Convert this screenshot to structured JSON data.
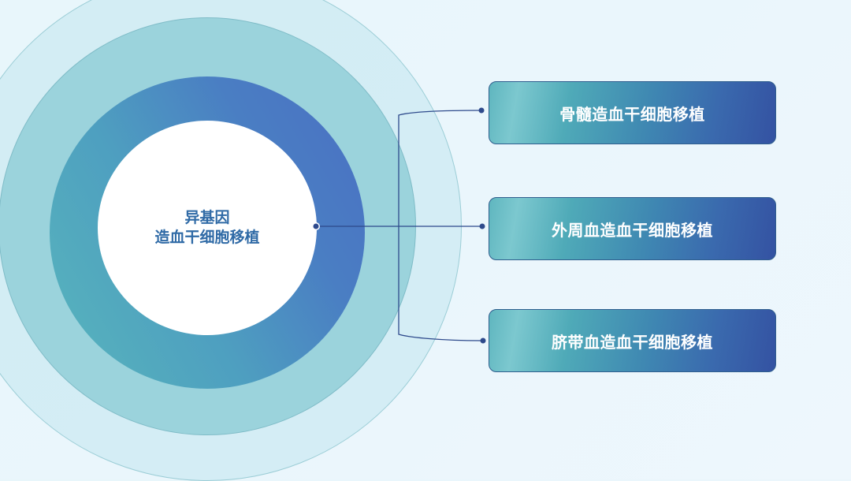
{
  "diagram": {
    "center": {
      "line1": "异基因",
      "line2": "造血干细胞移植"
    },
    "branches": [
      {
        "label": "骨髓造血干细胞移植"
      },
      {
        "label": "外周血造血干细胞移植"
      },
      {
        "label": "脐带血造血干细胞移植"
      }
    ],
    "colors": {
      "background": "#e9f6fb",
      "outer_ring": "#d3edf3",
      "mid_ring": "#9bd3dc",
      "inner_ring_start": "#58b6bc",
      "inner_ring_end": "#4a6fc3",
      "center_text": "#2f6aa6",
      "connector": "#2e4a8c",
      "box_start": "#6fc0c8",
      "box_end": "#3452a2"
    }
  }
}
